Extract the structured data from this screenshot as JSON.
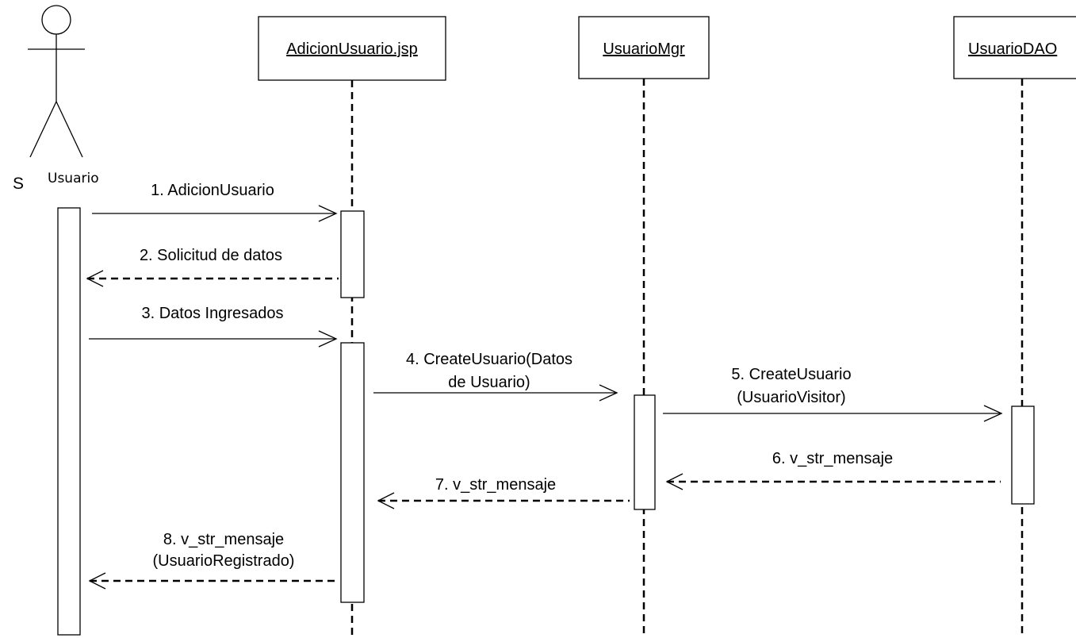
{
  "actor": {
    "prefix": "S",
    "name": "Usuario"
  },
  "lifelines": [
    {
      "name": "AdicionUsuario.jsp"
    },
    {
      "name": "UsuarioMgr"
    },
    {
      "name": "UsuarioDAO"
    }
  ],
  "messages": [
    {
      "lines": [
        "1. AdicionUsuario"
      ],
      "kind": "call"
    },
    {
      "lines": [
        "2. Solicitud de datos"
      ],
      "kind": "return"
    },
    {
      "lines": [
        "3. Datos Ingresados"
      ],
      "kind": "call"
    },
    {
      "lines": [
        "4. CreateUsuario(Datos",
        "de Usuario)"
      ],
      "kind": "call"
    },
    {
      "lines": [
        "5. CreateUsuario",
        "(UsuarioVisitor)"
      ],
      "kind": "call"
    },
    {
      "lines": [
        "6. v_str_mensaje"
      ],
      "kind": "return"
    },
    {
      "lines": [
        "7. v_str_mensaje"
      ],
      "kind": "return"
    },
    {
      "lines": [
        "8. v_str_mensaje",
        "(UsuarioRegistrado)"
      ],
      "kind": "return"
    }
  ]
}
